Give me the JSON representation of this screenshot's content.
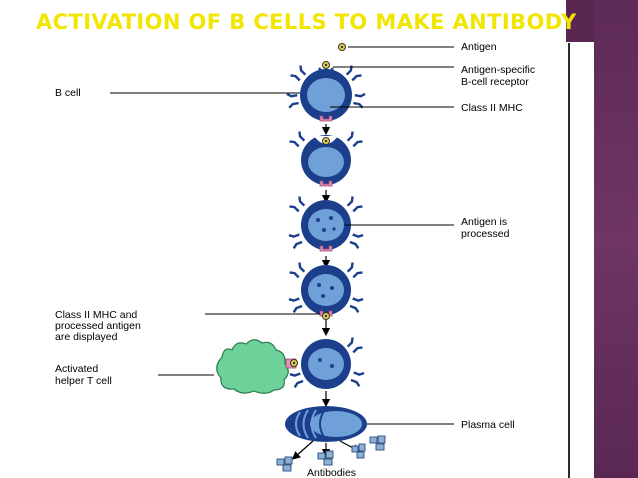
{
  "title": "ACTIVATION OF B CELLS TO MAKE ANTIBODY",
  "labels": {
    "antigen": "Antigen",
    "receptor_line1": "Antigen-specific",
    "receptor_line2": "B-cell receptor",
    "b_cell": "B cell",
    "class_mhc": "Class II MHC",
    "processed_line1": "Antigen is",
    "processed_line2": "processed",
    "displayed_line1": "Class II MHC and",
    "displayed_line2": "processed antigen",
    "displayed_line3": "are displayed",
    "helper_line1": "Activated",
    "helper_line2": "helper T cell",
    "plasma_cell": "Plasma cell",
    "antibodies": "Antibodies"
  },
  "colors": {
    "title": "#f2e600",
    "cell_membrane": "#1c3f8c",
    "cell_nucleus": "#6fa0d8",
    "mhc": "#e48fb6",
    "antigen": "#e8d24a",
    "helper_t_cell": "#6ed19a",
    "sidebar": "#5e2a57"
  }
}
